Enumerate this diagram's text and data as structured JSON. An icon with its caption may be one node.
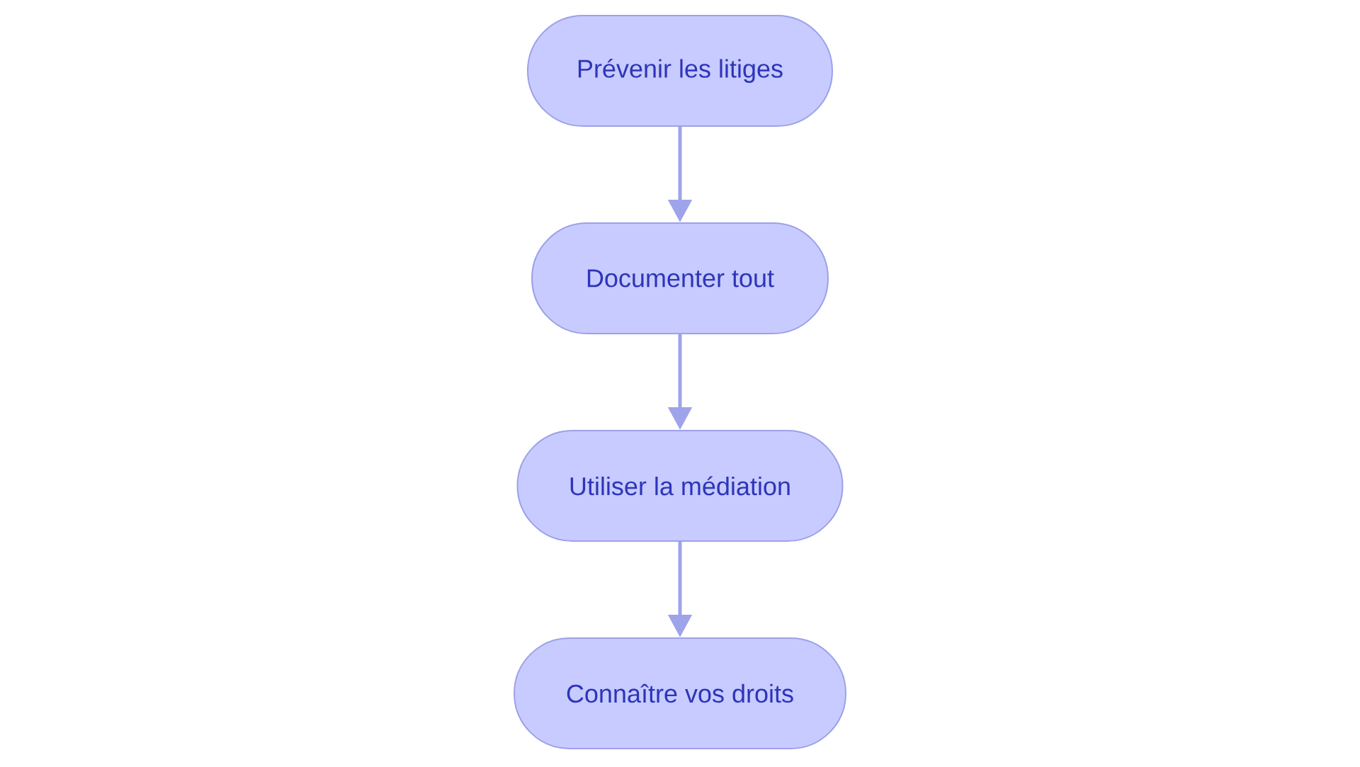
{
  "diagram": {
    "nodes": [
      {
        "text": [
          "Prévenir les litiges"
        ]
      },
      {
        "text": [
          "Documenter tout"
        ]
      },
      {
        "text": [
          "Utiliser la médiation"
        ]
      },
      {
        "text": [
          "Connaître vos droits"
        ]
      }
    ],
    "edges": [
      {
        "from": 0,
        "to": 1,
        "arrow": "to"
      },
      {
        "from": 1,
        "to": 2,
        "arrow": "to"
      },
      {
        "from": 2,
        "to": 3,
        "arrow": "to"
      }
    ]
  }
}
